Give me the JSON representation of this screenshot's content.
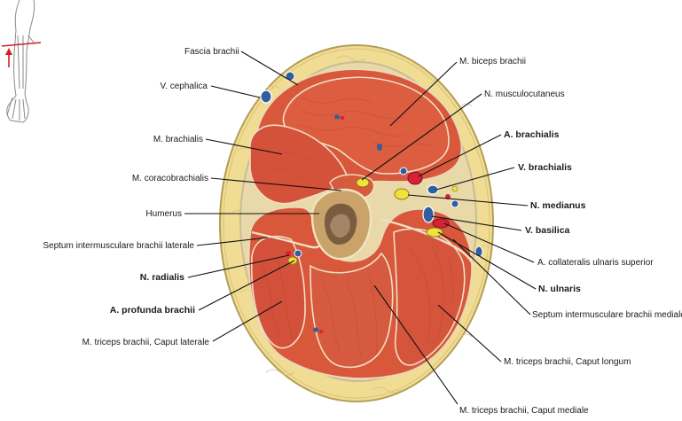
{
  "labels": {
    "fascia_brachii": "Fascia brachii",
    "v_cephalica": "V. cephalica",
    "m_brachialis": "M. brachialis",
    "m_coracobrachialis": "M. coracobrachialis",
    "humerus": "Humerus",
    "septum_laterale": "Septum intermusculare brachii laterale",
    "n_radialis": "N. radialis",
    "a_profunda_brachii": "A. profunda brachii",
    "triceps_laterale": "M. triceps brachii, Caput laterale",
    "m_biceps_brachii": "M. biceps brachii",
    "n_musculocutaneus": "N. musculocutaneus",
    "a_brachialis": "A. brachialis",
    "v_brachialis": "V. brachialis",
    "n_medianus": "N. medianus",
    "v_basilica": "V. basilica",
    "a_collateralis": "A. collateralis ulnaris superior",
    "n_ulnaris": "N. ulnaris",
    "septum_mediale": "Septum intermusculare brachii mediale",
    "triceps_longum": "M. triceps brachii, Caput longum",
    "triceps_mediale": "M. triceps brachii, Caput mediale"
  },
  "colors": {
    "muscle": "#d9573a",
    "muscle_dark": "#b8402a",
    "fat": "#f1dc93",
    "fat_edge": "#c9b46a",
    "fascia": "#e6dcc0",
    "bone": "#c9a36a",
    "marrow": "#8a6a4a",
    "artery": "#d8203a",
    "vein": "#2f5f9e",
    "nerve": "#f1e23a",
    "indicator": "#d01f25"
  }
}
